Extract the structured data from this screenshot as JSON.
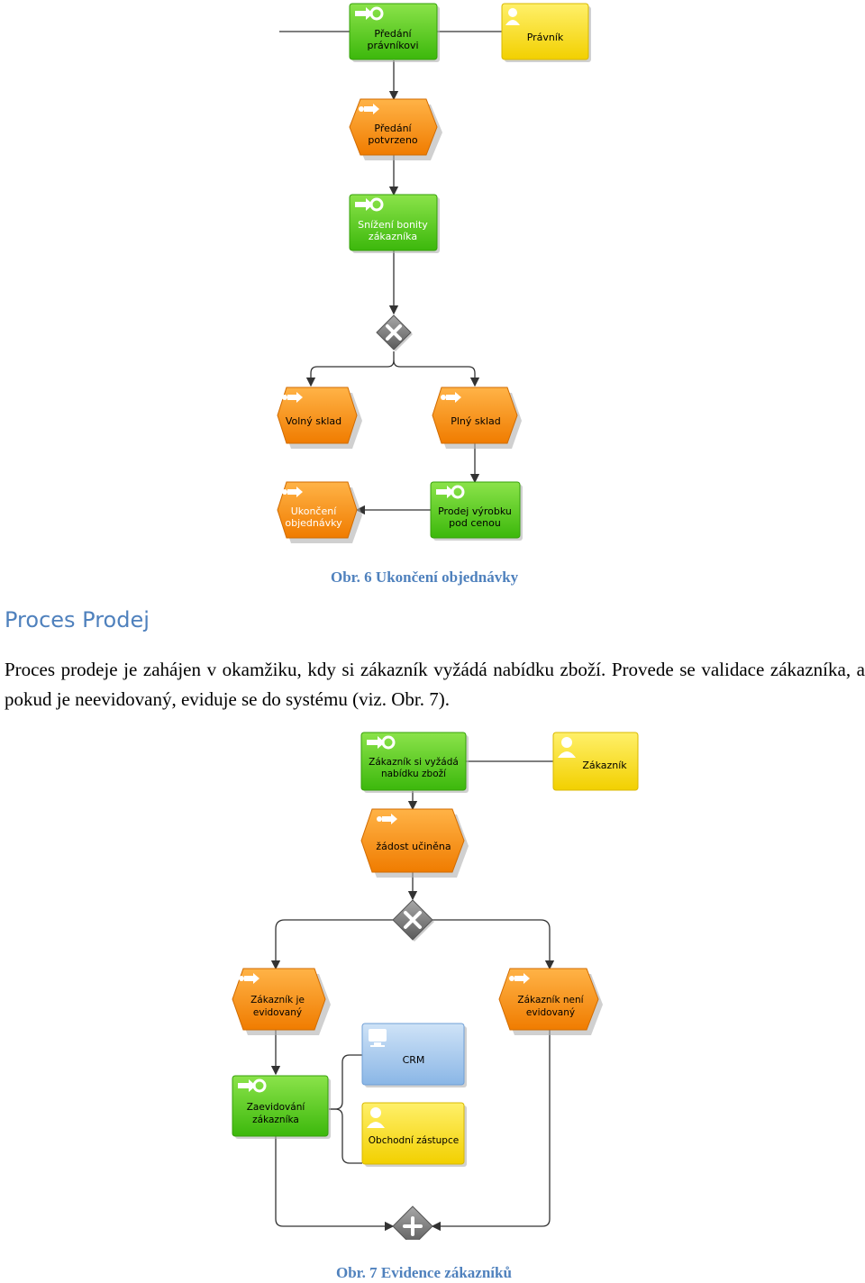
{
  "figure1": {
    "nodes": [
      {
        "id": "f1-predani-pravnikovi",
        "kind": "function",
        "lines": [
          "Předání",
          "právníkovi"
        ]
      },
      {
        "id": "f1-pravnik",
        "kind": "role",
        "lines": [
          "Právník"
        ]
      },
      {
        "id": "f1-predani-potvrzeno",
        "kind": "event",
        "lines": [
          "Předání",
          "potvrzeno"
        ]
      },
      {
        "id": "f1-snizeni-bonity",
        "kind": "function",
        "lines": [
          "Snížení bonity",
          "zákazníka"
        ]
      },
      {
        "id": "f1-xor",
        "kind": "xor",
        "lines": []
      },
      {
        "id": "f1-volny-sklad",
        "kind": "event",
        "lines": [
          "Volný sklad"
        ]
      },
      {
        "id": "f1-plny-sklad",
        "kind": "event",
        "lines": [
          "Plný sklad"
        ]
      },
      {
        "id": "f1-ukonceni-objednavky",
        "kind": "event",
        "lines": [
          "Ukončení",
          "objednávky"
        ]
      },
      {
        "id": "f1-prodej-vyrobku",
        "kind": "function",
        "lines": [
          "Prodej výrobku",
          "pod cenou"
        ]
      }
    ],
    "caption": "Obr. 6 Ukončení objednávky"
  },
  "section": {
    "heading": "Proces Prodej",
    "paragraph_line1": "Proces prodeje je zahájen v okamžiku, kdy si zákazník vyžádá nabídku zboží.",
    "paragraph_rest": "Provede se validace zákazníka, a pokud je neevidovaný, eviduje se do systému (viz. Obr. 7)."
  },
  "figure2": {
    "nodes": [
      {
        "id": "f2-zakaznik-si-vyzada",
        "kind": "function",
        "lines": [
          "Zákazník si vyžádá",
          "nabídku zboží"
        ]
      },
      {
        "id": "f2-zakaznik",
        "kind": "role",
        "lines": [
          "Zákazník"
        ]
      },
      {
        "id": "f2-zadost-ucinena",
        "kind": "event",
        "lines": [
          "žádost učiněna"
        ]
      },
      {
        "id": "f2-xor",
        "kind": "xor",
        "lines": []
      },
      {
        "id": "f2-zakaznik-je-evidovany",
        "kind": "event",
        "lines": [
          "Zákazník je",
          "evidovaný"
        ]
      },
      {
        "id": "f2-zakaznik-neni-evidovany",
        "kind": "event",
        "lines": [
          "Zákazník není",
          "evidovaný"
        ]
      },
      {
        "id": "f2-crm",
        "kind": "system",
        "lines": [
          "CRM"
        ]
      },
      {
        "id": "f2-zaevidovani-zakaznika",
        "kind": "function",
        "lines": [
          "Zaevidování",
          "zákazníka"
        ]
      },
      {
        "id": "f2-obchodni-zastupce",
        "kind": "role",
        "lines": [
          "Obchodní zástupce"
        ]
      },
      {
        "id": "f2-xor-join",
        "kind": "xor-join",
        "lines": []
      }
    ],
    "caption": "Obr. 7 Evidence zákazníků"
  },
  "colors": {
    "function": "#5ecf1e",
    "event": "#f7941d",
    "role": "#f2dc1a",
    "system": "#9cc3ea",
    "gateway": "#7b7b7b",
    "line": "#333333",
    "caption": "#4f81bd"
  }
}
